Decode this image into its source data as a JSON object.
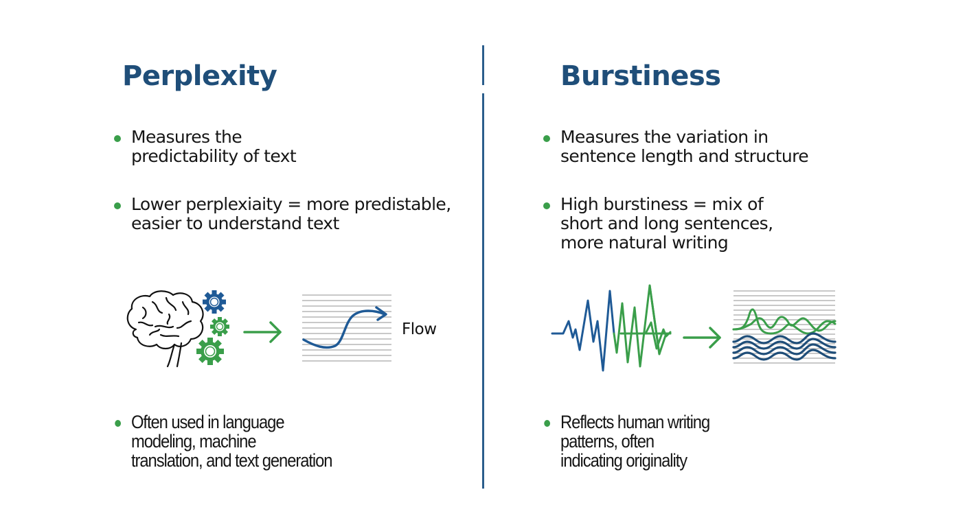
{
  "colors": {
    "title": "#1f4e79",
    "bullet": "#3a9e4a",
    "blue": "#1f5a96",
    "green": "#3a9e4a",
    "divider": "#2b5d8c",
    "gridline": "#c8c8c8"
  },
  "left": {
    "title": "Perplexity",
    "bullets": [
      {
        "lines": [
          "Measures the",
          "predictability of text"
        ]
      },
      {
        "lines": [
          "Lower perplexiaity = more predistable,",
          "easier to understand text"
        ]
      },
      {
        "lines": [
          "Often used in language",
          "modeling, machine",
          "translation, and text generation"
        ]
      }
    ],
    "illustration": {
      "icons": [
        "brain-icon",
        "gear-icon-blue",
        "gear-icon-green-small",
        "gear-icon-green-large",
        "arrow-right-icon",
        "flow-curve-icon"
      ],
      "label": "Flow"
    }
  },
  "right": {
    "title": "Burstiness",
    "bullets": [
      {
        "lines": [
          "Measures the variation in",
          "sentence length and structure"
        ]
      },
      {
        "lines": [
          "High burstiness = mix of",
          "short and long sentences,",
          "more natural writing"
        ]
      },
      {
        "lines": [
          "Reflects human writing",
          "patterns, often",
          "indicating originality"
        ]
      }
    ],
    "illustration": {
      "icons": [
        "waveform-icon",
        "arrow-right-icon",
        "wave-lines-icon"
      ]
    }
  }
}
